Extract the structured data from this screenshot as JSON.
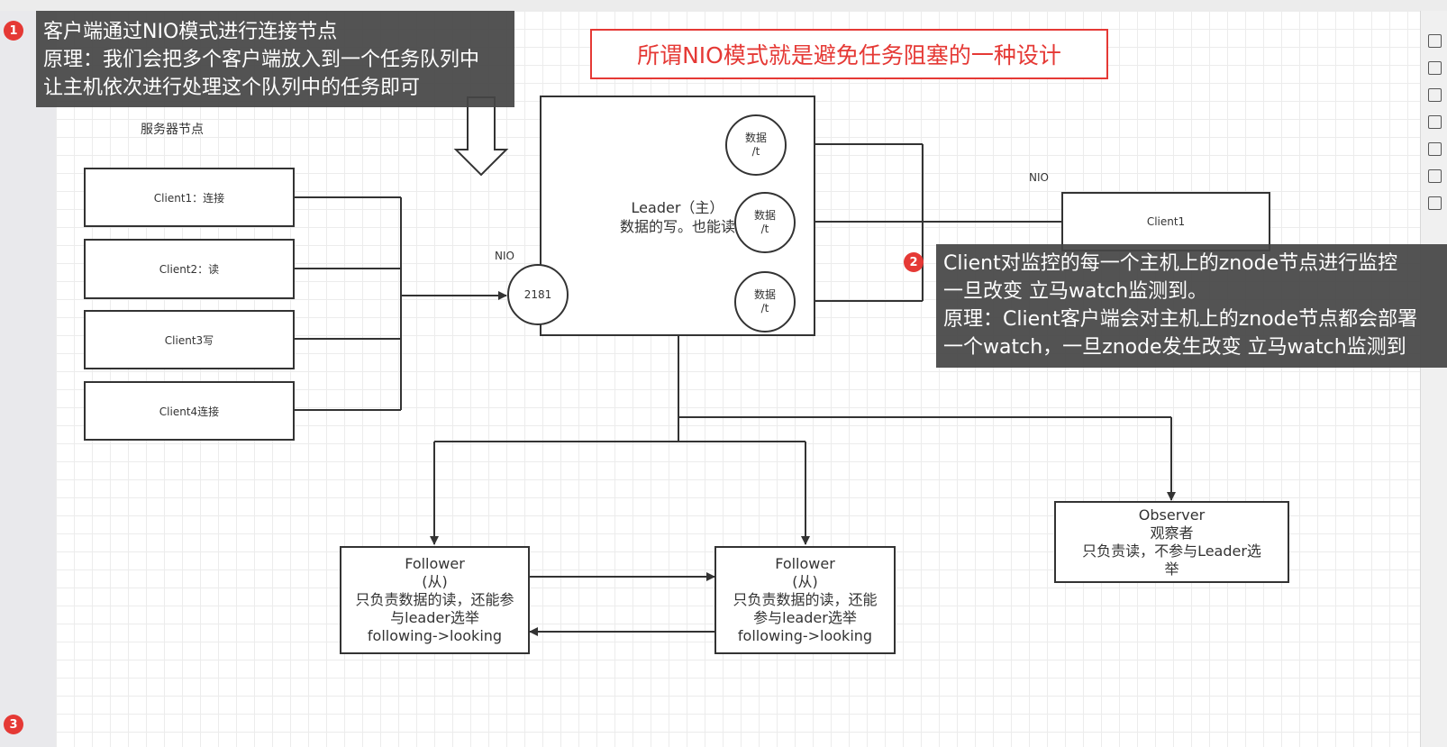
{
  "banner": {
    "text": "所谓NIO模式就是避免任务阻塞的一种设计"
  },
  "callout1": {
    "badge": "1",
    "text": "客户端通过NIO模式进行连接节点\n原理：我们会把多个客户端放入到一个任务队列中\n让主机依次进行处理这个队列中的任务即可"
  },
  "callout2": {
    "badge": "2",
    "text": "Client对监控的每一个主机上的znode节点进行监控\n一旦改变 立马watch监测到。\n原理：Client客户端会对主机上的znode节点都会部署\n一个watch，一旦znode发生改变 立马watch监测到"
  },
  "badge3": "3",
  "server_label": "服务器节点",
  "clients": [
    "Client1：连接",
    "Client2：读",
    "Client3写",
    "Client4连接"
  ],
  "nio_left": "NIO",
  "port": "2181",
  "leader": {
    "line1": "Leader（主）",
    "line2": "数据的写。也能读"
  },
  "data_nodes": [
    "数据\n/t",
    "数据\n/t",
    "数据\n/t"
  ],
  "nio_right": "NIO",
  "right_client": "Client1",
  "followers": [
    "Follower\n(从)\n只负责数据的读，还能参\n与leader选举\nfollowing->looking",
    "Follower\n(从)\n只负责数据的读，还能\n参与leader选举\nfollowing->looking"
  ],
  "observer": "Observer\n观察者\n只负责读，不参与Leader选\n举"
}
